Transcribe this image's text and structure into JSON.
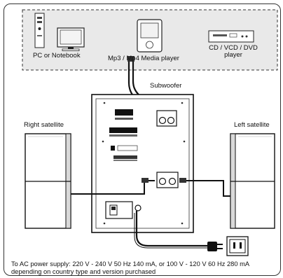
{
  "sources": {
    "pc": "PC or Notebook",
    "mp3": "Mp3 / Mp4  Media player",
    "cd_line1": "CD / VCD / DVD",
    "cd_line2": "player"
  },
  "labels": {
    "subwoofer": "Subwoofer",
    "right_satellite": "Right satellite",
    "left_satellite": "Left satellite"
  },
  "footer": {
    "line1": "To AC power supply: 220 V - 240 V 50 Hz 140 mA, or 100 V - 120 V 60 Hz 280 mA",
    "line2": "depending on country type and version purchased"
  },
  "colors": {
    "source_panel_bg": "#e9e9e9",
    "cable": "#111111",
    "speaker_shade": "#d9d9d9"
  }
}
